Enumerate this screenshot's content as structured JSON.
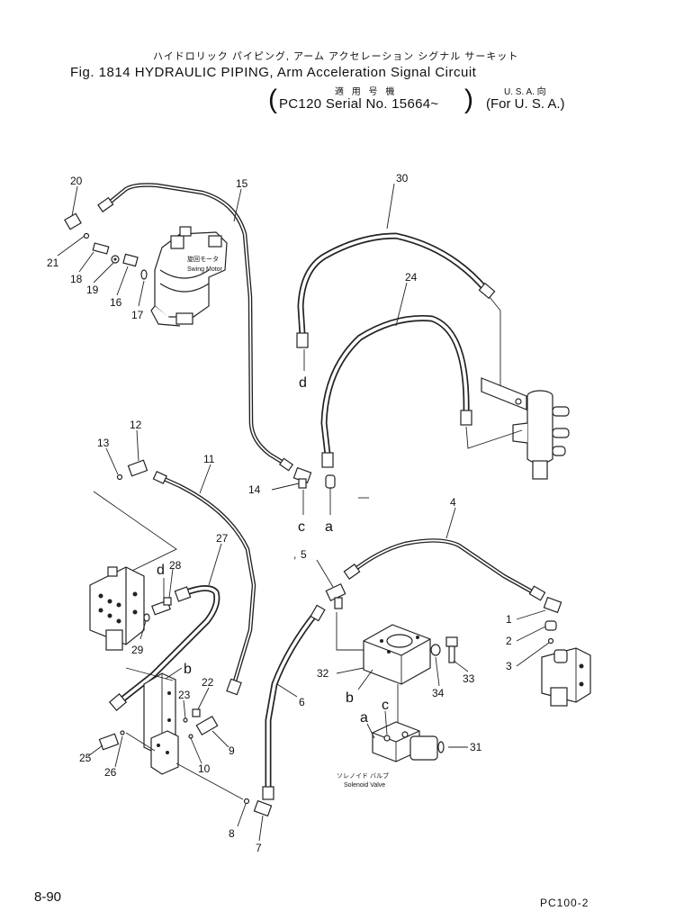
{
  "header": {
    "jp_title": "ハイドロリック パイピング, アーム アクセレーション シグナル サーキット",
    "fig_title": "Fig. 1814  HYDRAULIC PIPING, Arm Acceleration Signal Circuit",
    "jp_serial": "適 用 号 機",
    "jp_usa": "U. S. A. 向",
    "serial": "PC120 Serial No. 15664~",
    "usa": "(For U. S. A.)"
  },
  "parts": {
    "p1": "1",
    "p2": "2",
    "p3": "3",
    "p4": "4",
    "p5": "5",
    "p6": "6",
    "p7": "7",
    "p8": "8",
    "p9": "9",
    "p10": "10",
    "p11": "11",
    "p12": "12",
    "p13": "13",
    "p14": "14",
    "p15": "15",
    "p16": "16",
    "p17": "17",
    "p18": "18",
    "p19": "19",
    "p20": "20",
    "p21": "21",
    "p22": "22",
    "p23": "23",
    "p24": "24",
    "p25": "25",
    "p26": "26",
    "p27": "27",
    "p28": "28",
    "p29": "29",
    "p30": "30",
    "p31": "31",
    "p32": "32",
    "p33": "33",
    "p34": "34"
  },
  "connections": {
    "a_valve": "a",
    "c_valve": "c",
    "d_upper": "d",
    "d_lower": "d",
    "c_fitting": "c",
    "a_fitting": "a",
    "b_bracket": "b",
    "b_block": "b"
  },
  "component_labels": {
    "swing_motor_jp": "旋回モータ",
    "swing_motor": "Swing Motor",
    "solenoid_valve_jp": "ソレノイド バルブ",
    "solenoid_valve": "Solenoid Valve"
  },
  "footer": {
    "page_num": "8-90",
    "model_code": "PC100-2"
  }
}
